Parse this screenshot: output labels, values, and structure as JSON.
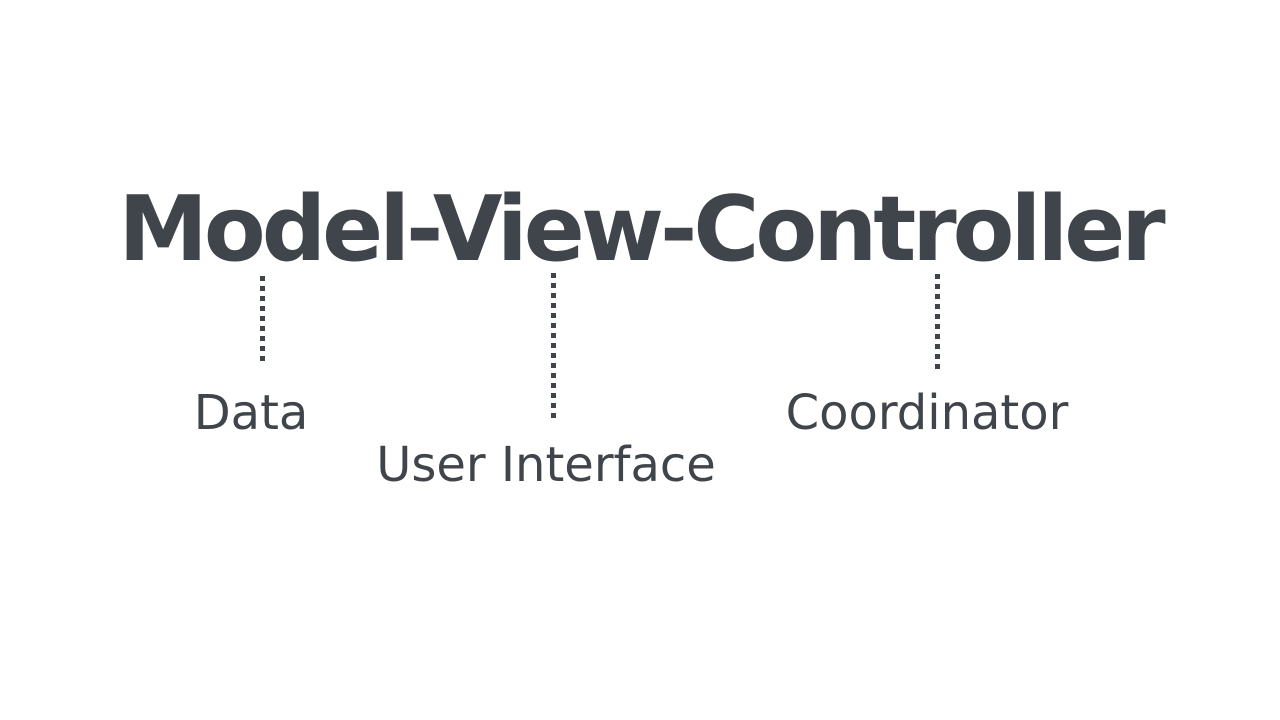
{
  "diagram": {
    "title": "Model-View-Controller",
    "nodes": [
      {
        "id": "model",
        "term": "Model",
        "label": "Data"
      },
      {
        "id": "view",
        "term": "View",
        "label": "User Interface"
      },
      {
        "id": "controller",
        "term": "Controller",
        "label": "Coordinator"
      }
    ],
    "colors": {
      "text": "#40454b",
      "background": "#ffffff"
    }
  }
}
